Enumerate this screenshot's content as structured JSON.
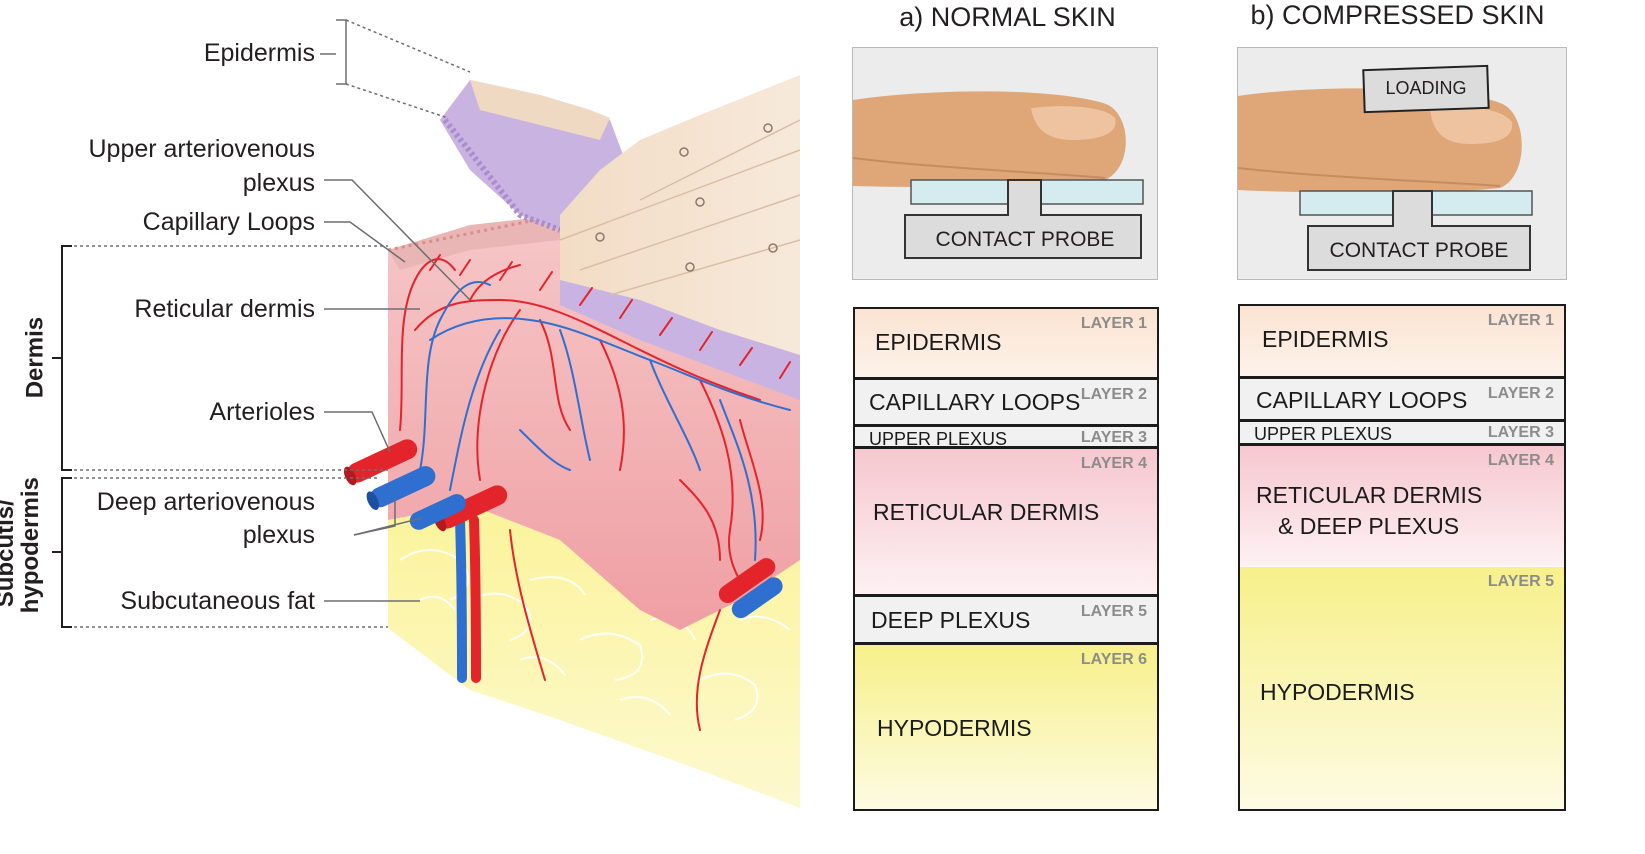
{
  "anatomy": {
    "labels": {
      "epidermis": "Epidermis",
      "upper_plexus_1": "Upper arteriovenous",
      "upper_plexus_2": "plexus",
      "capillary_loops": "Capillary Loops",
      "reticular_dermis": "Reticular dermis",
      "arterioles": "Arterioles",
      "deep_plexus_1": "Deep arteriovenous",
      "deep_plexus_2": "plexus",
      "subcutaneous_fat": "Subcutaneous fat"
    },
    "regions": {
      "dermis": "Dermis",
      "subcutis_1": "Subcutis/",
      "subcutis_2": "hypodermis"
    },
    "colors": {
      "artery": "#e3242b",
      "vein": "#2f6fd0",
      "dermis": "#f2b7b9",
      "epidermis": "#f3dcc7",
      "basal": "#c9b3e0",
      "fat": "#fbf39a"
    }
  },
  "normal": {
    "title": "a) NORMAL SKIN",
    "probe_label": "CONTACT PROBE",
    "layers": [
      {
        "name": "EPIDERMIS",
        "tag": "LAYER 1",
        "color": "#fbe3d2"
      },
      {
        "name": "CAPILLARY LOOPS",
        "tag": "LAYER 2",
        "color": "#f1f1f1"
      },
      {
        "name": "UPPER PLEXUS",
        "tag": "LAYER 3",
        "color": "#f1f1f1"
      },
      {
        "name": "RETICULAR DERMIS",
        "tag": "LAYER 4",
        "color": "#f7c9d2"
      },
      {
        "name": "DEEP PLEXUS",
        "tag": "LAYER 5",
        "color": "#f1f1f1"
      },
      {
        "name": "HYPODERMIS",
        "tag": "LAYER 6",
        "color": "#f7f08a"
      }
    ]
  },
  "compressed": {
    "title": "b) COMPRESSED SKIN",
    "loading_label": "LOADING",
    "probe_label": "CONTACT PROBE",
    "layers": [
      {
        "name": "EPIDERMIS",
        "tag": "LAYER 1",
        "color": "#fbe3d2"
      },
      {
        "name": "CAPILLARY LOOPS",
        "tag": "LAYER 2",
        "color": "#f1f1f1"
      },
      {
        "name": "UPPER PLEXUS",
        "tag": "LAYER 3",
        "color": "#f1f1f1"
      },
      {
        "name_1": "RETICULAR DERMIS",
        "name_2": "& DEEP PLEXUS",
        "tag": "LAYER 4",
        "color": "#f7c9d2"
      },
      {
        "name": "HYPODERMIS",
        "tag": "LAYER 5",
        "color": "#f7f08a"
      }
    ]
  }
}
